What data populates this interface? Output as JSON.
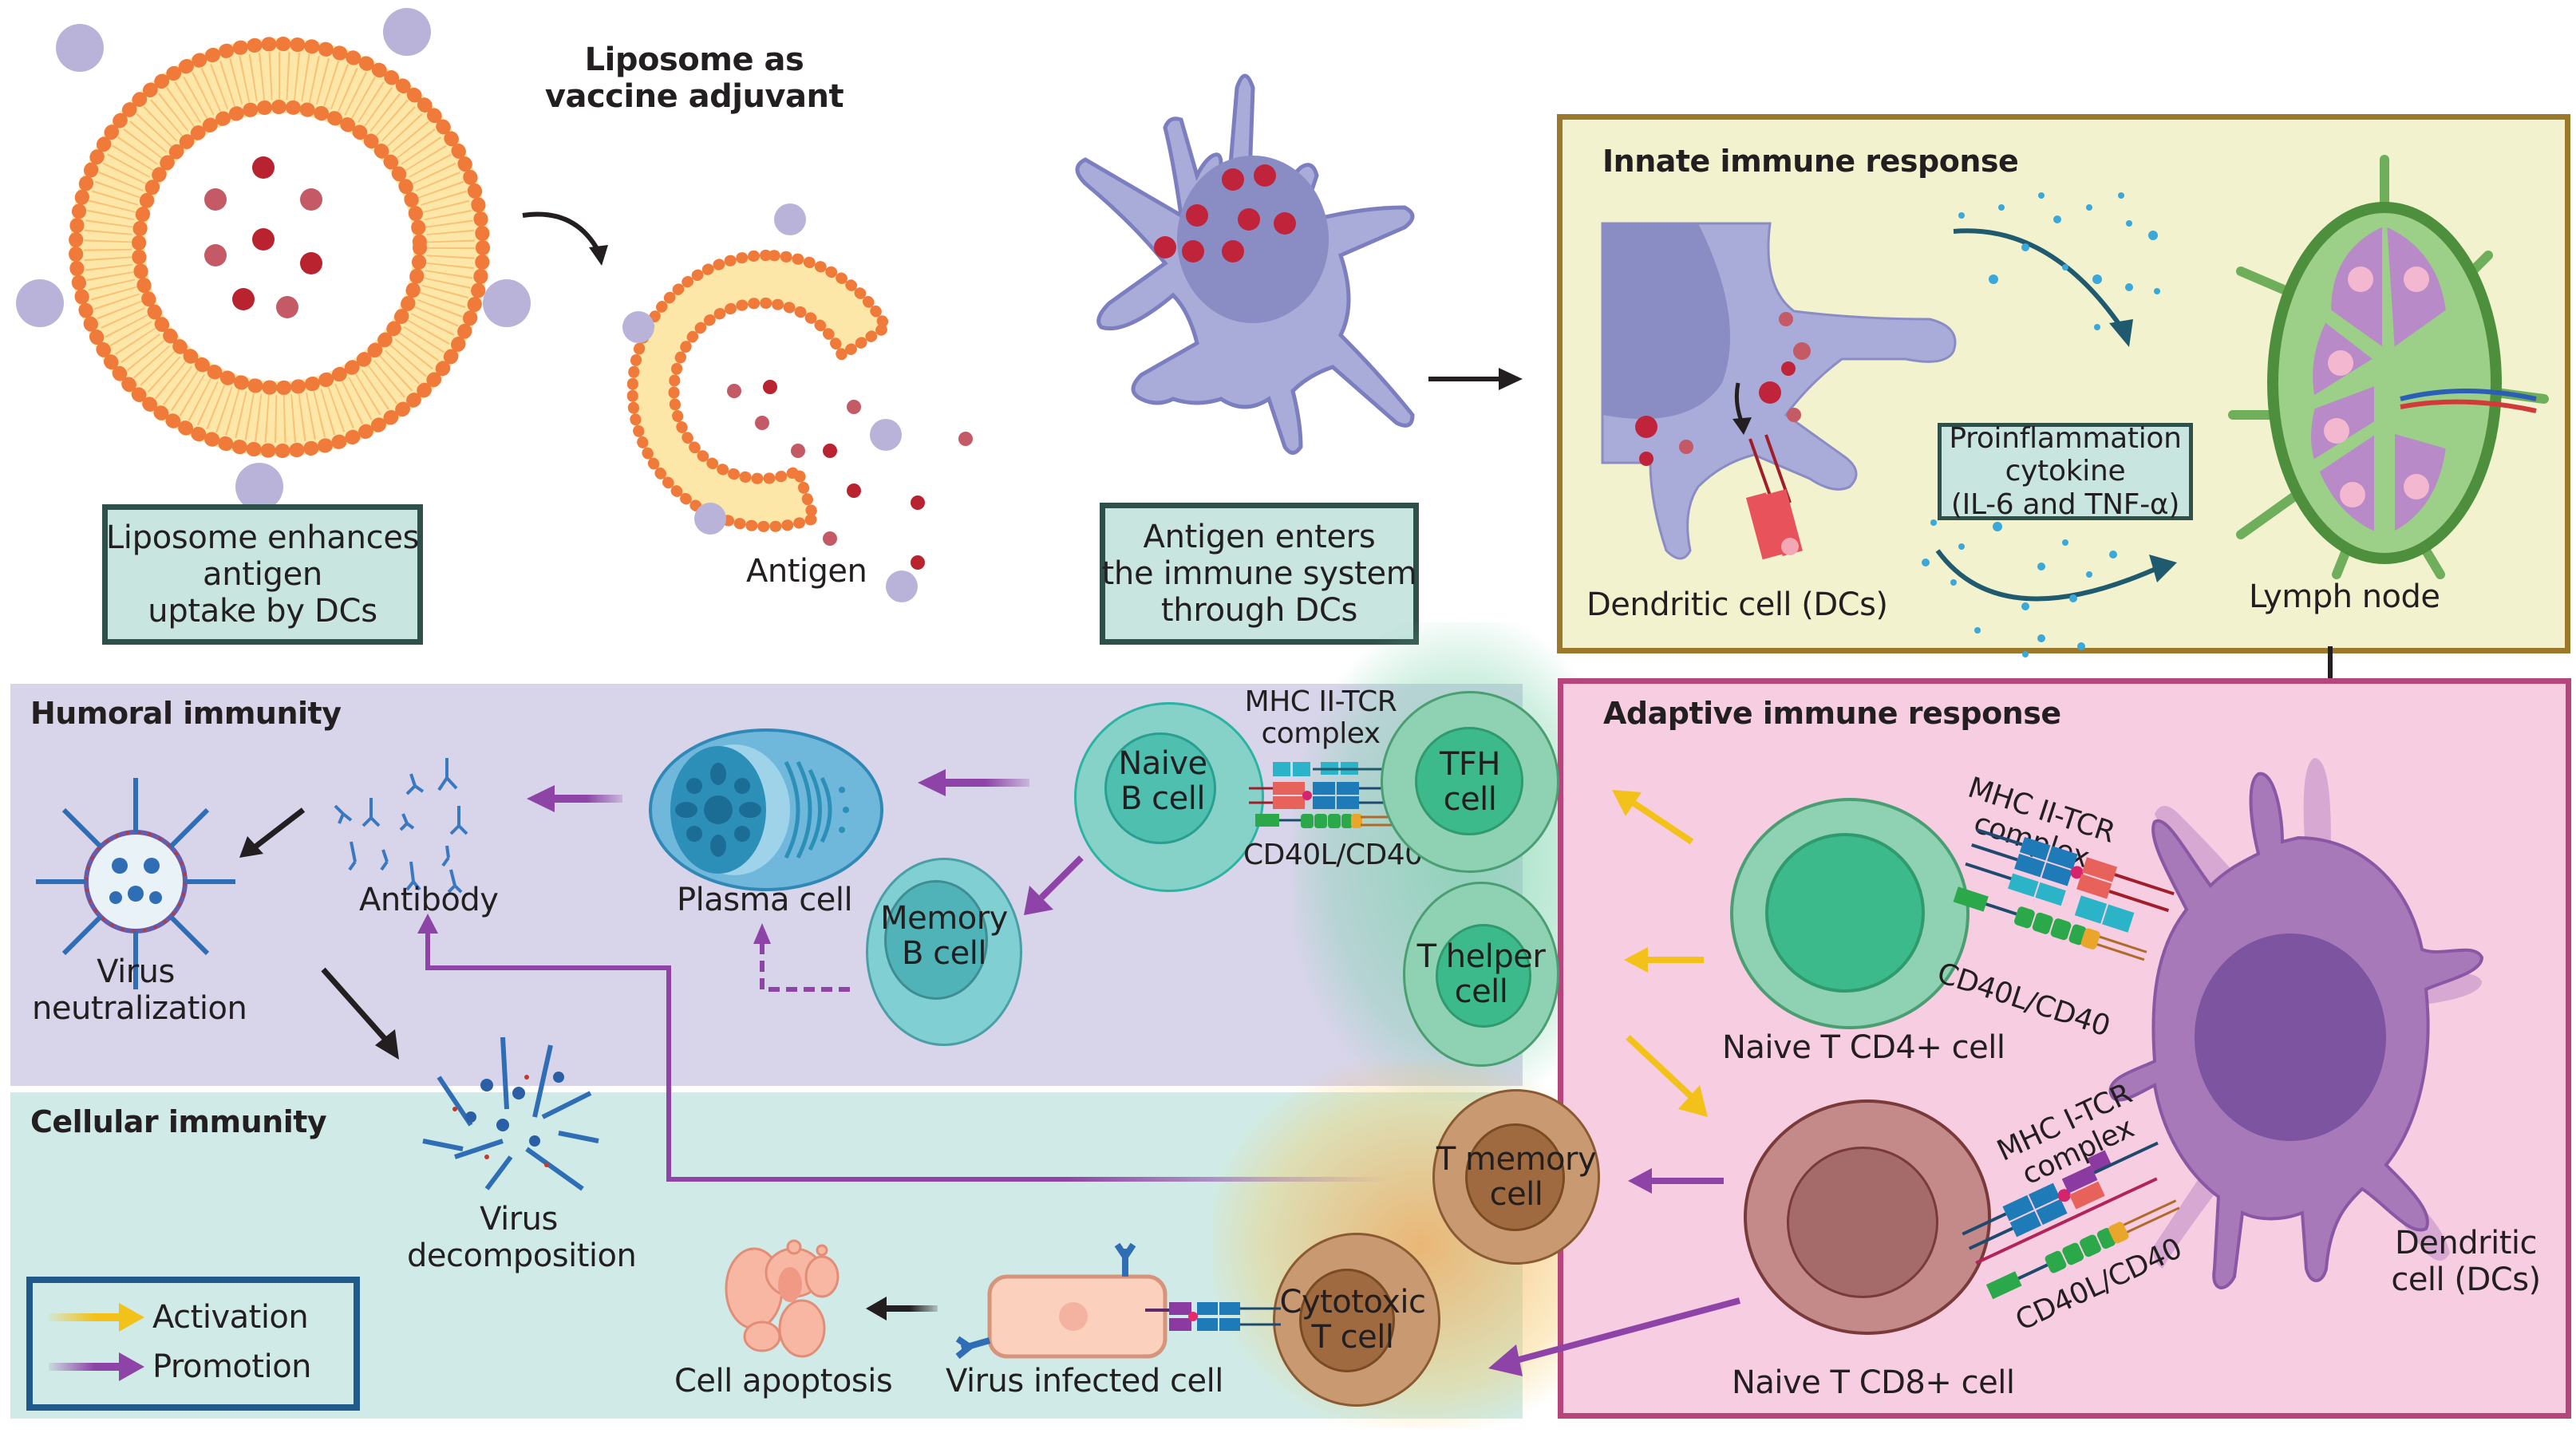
{
  "figure": {
    "top_title": [
      "Liposome as",
      "vaccine adjuvant"
    ],
    "top_boxes": {
      "liposome_uptake": [
        "Liposome enhances",
        "antigen",
        "uptake by DCs"
      ],
      "antigen_enters": [
        "Antigen enters",
        "the immune system",
        "through DCs"
      ]
    },
    "labels": {
      "antigen": "Antigen"
    },
    "innate": {
      "title": "Innate immune response",
      "dc_label": "Dendritic cell (DCs)",
      "cytokine_box": [
        "Proinflammation",
        "cytokine",
        "(IL-6 and TNF-α)"
      ],
      "lymph_node_label": "Lymph node"
    },
    "adaptive": {
      "title": "Adaptive immune response",
      "mhc2_label": [
        "MHC II-TCR",
        "complex"
      ],
      "cd40_label_top": "CD40L/CD40",
      "cd4_label": "Naive T CD4+ cell",
      "mhc1_label": [
        "MHC I-TCR",
        "complex"
      ],
      "cd40_label_bottom": "CD40L/CD40",
      "cd8_label": "Naive T CD8+ cell",
      "dc_label": [
        "Dendritic",
        "cell (DCs)"
      ]
    },
    "humoral": {
      "title": "Humoral immunity",
      "virus_neutralization": [
        "Virus",
        "neutralization"
      ],
      "antibody": "Antibody",
      "plasma_cell": "Plasma cell",
      "memory_b_cell": [
        "Memory",
        "B cell"
      ],
      "naive_b_cell": [
        "Naive",
        "B cell"
      ],
      "mhc2_label": [
        "MHC II-TCR",
        "complex"
      ],
      "cd40_label": "CD40L/CD40",
      "tfh_cell": [
        "TFH",
        "cell"
      ],
      "t_helper_cell": [
        "T helper",
        "cell"
      ]
    },
    "cellular": {
      "title": "Cellular immunity",
      "virus_decomposition": [
        "Virus",
        "decomposition"
      ],
      "t_memory_cell": [
        "T memory",
        "cell"
      ],
      "cell_apoptosis": "Cell apoptosis",
      "virus_infected_cell": "Virus infected cell",
      "cytotoxic_t_cell": [
        "Cytotoxic",
        "T cell"
      ]
    },
    "legend": {
      "items": [
        {
          "label": "Activation",
          "color": "#f2c21b"
        },
        {
          "label": "Promotion",
          "color": "#8e44a6"
        }
      ]
    },
    "colors": {
      "innate_bg": "#f2f2cf",
      "innate_border": "#9a7a2a",
      "adaptive_bg": "#f7cde2",
      "adaptive_border": "#b5457a",
      "humoral_bg": "#d8d4ea",
      "cellular_bg": "#d0ebe7",
      "teal_box_bg": "#c8e5df",
      "teal_box_border": "#2f4f4a",
      "legend_border": "#1f5a8a"
    }
  }
}
